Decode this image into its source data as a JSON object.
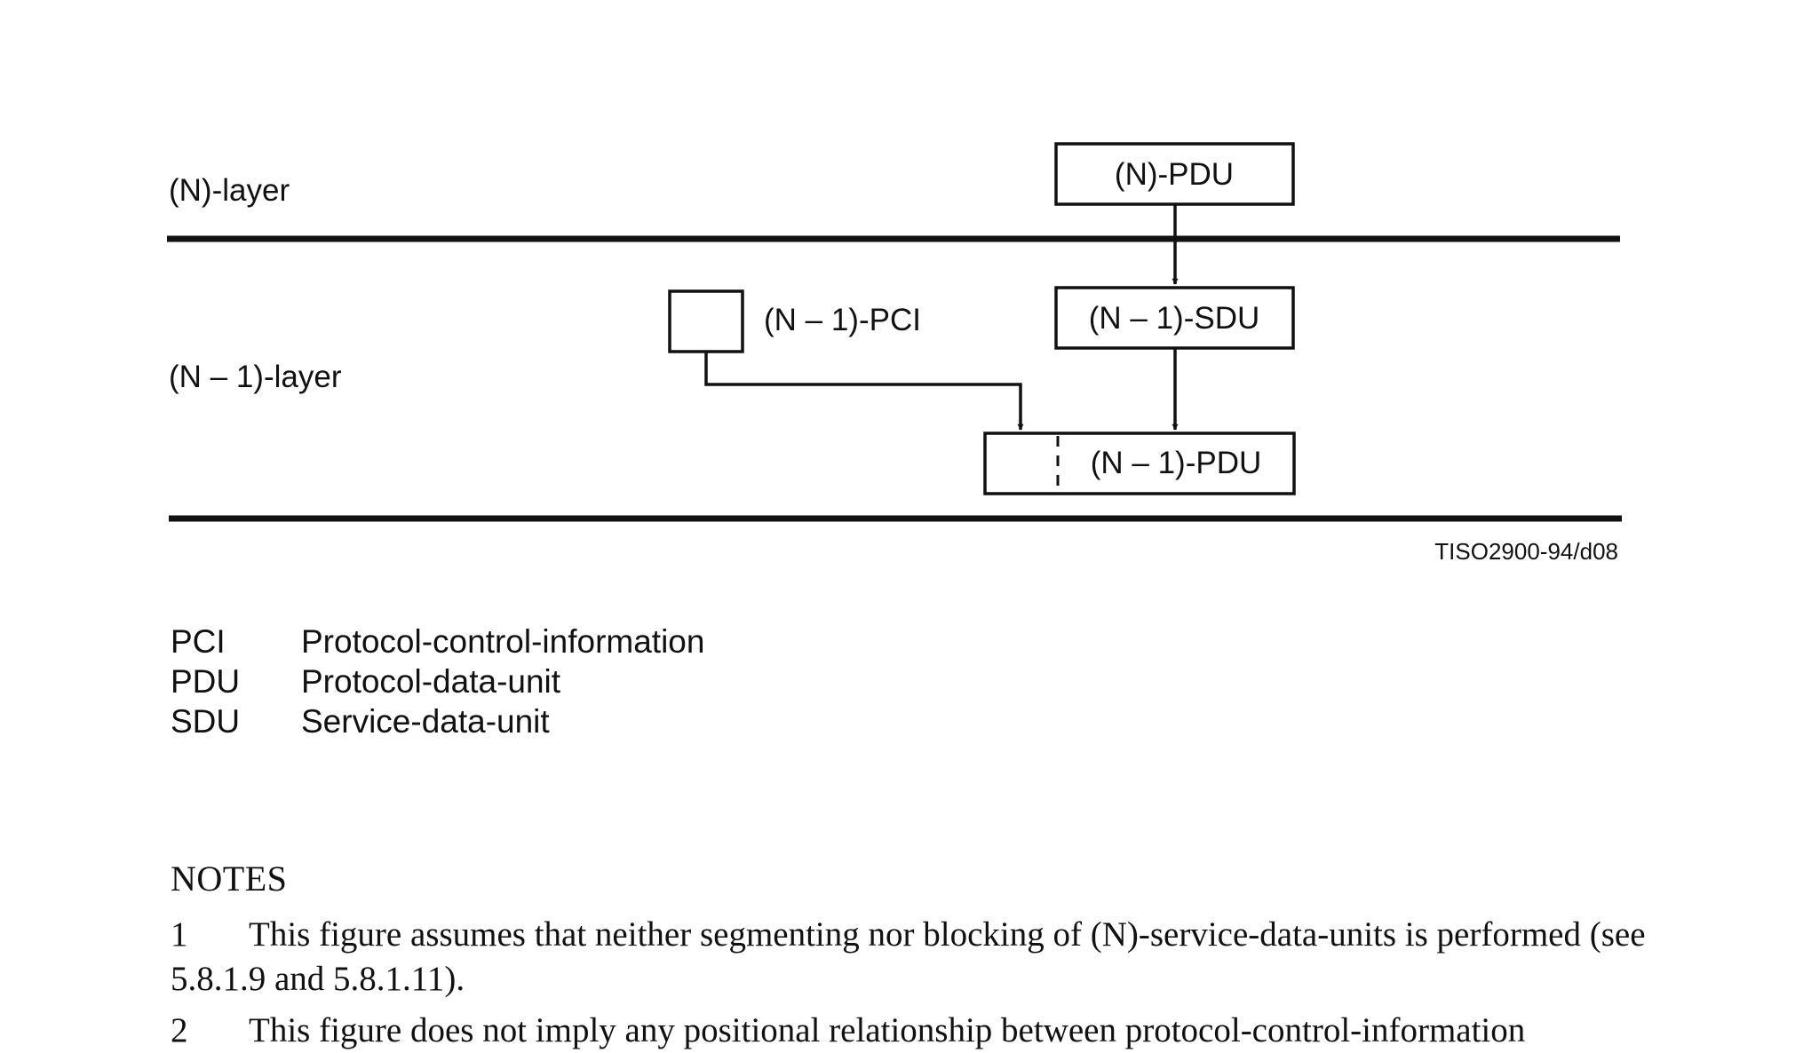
{
  "diagram": {
    "layers": {
      "n_layer": "(N)-layer",
      "n_minus_1_layer": "(N – 1)-layer"
    },
    "boxes": {
      "n_pdu": "(N)-PDU",
      "n_minus_1_pci": "(N – 1)-PCI",
      "n_minus_1_sdu": "(N – 1)-SDU",
      "n_minus_1_pdu": "(N – 1)-PDU"
    },
    "figure_id": "TISO2900-94/d08"
  },
  "abbreviations": [
    {
      "term": "PCI",
      "definition": "Protocol-control-information"
    },
    {
      "term": "PDU",
      "definition": "Protocol-data-unit"
    },
    {
      "term": "SDU",
      "definition": "Service-data-unit"
    }
  ],
  "notes": {
    "title": "NOTES",
    "items": [
      {
        "number": "1",
        "text": "This figure assumes that neither segmenting nor blocking of (N)-service-data-units is performed (see 5.8.1.9 and 5.8.1.11)."
      },
      {
        "number": "2",
        "text": "This figure does not imply any positional relationship between protocol-control-information"
      }
    ]
  }
}
